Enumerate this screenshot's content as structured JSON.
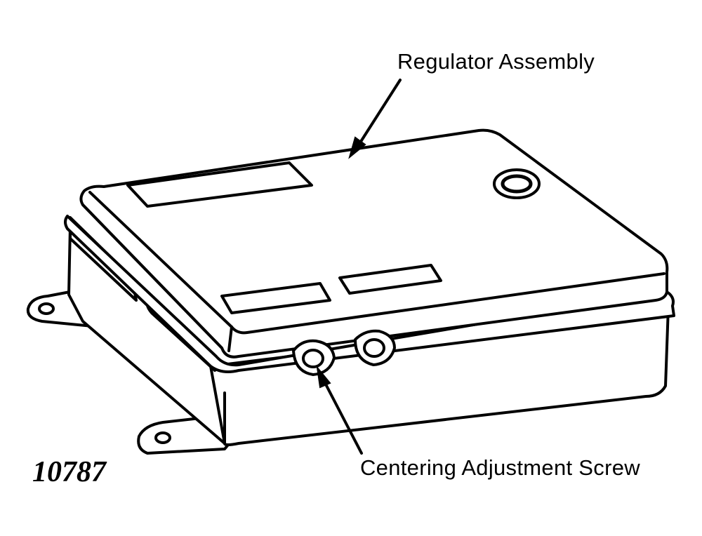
{
  "diagram": {
    "callouts": {
      "top_label": "Regulator Assembly",
      "bottom_label": "Centering Adjustment Screw"
    },
    "figure_number": "10787"
  }
}
